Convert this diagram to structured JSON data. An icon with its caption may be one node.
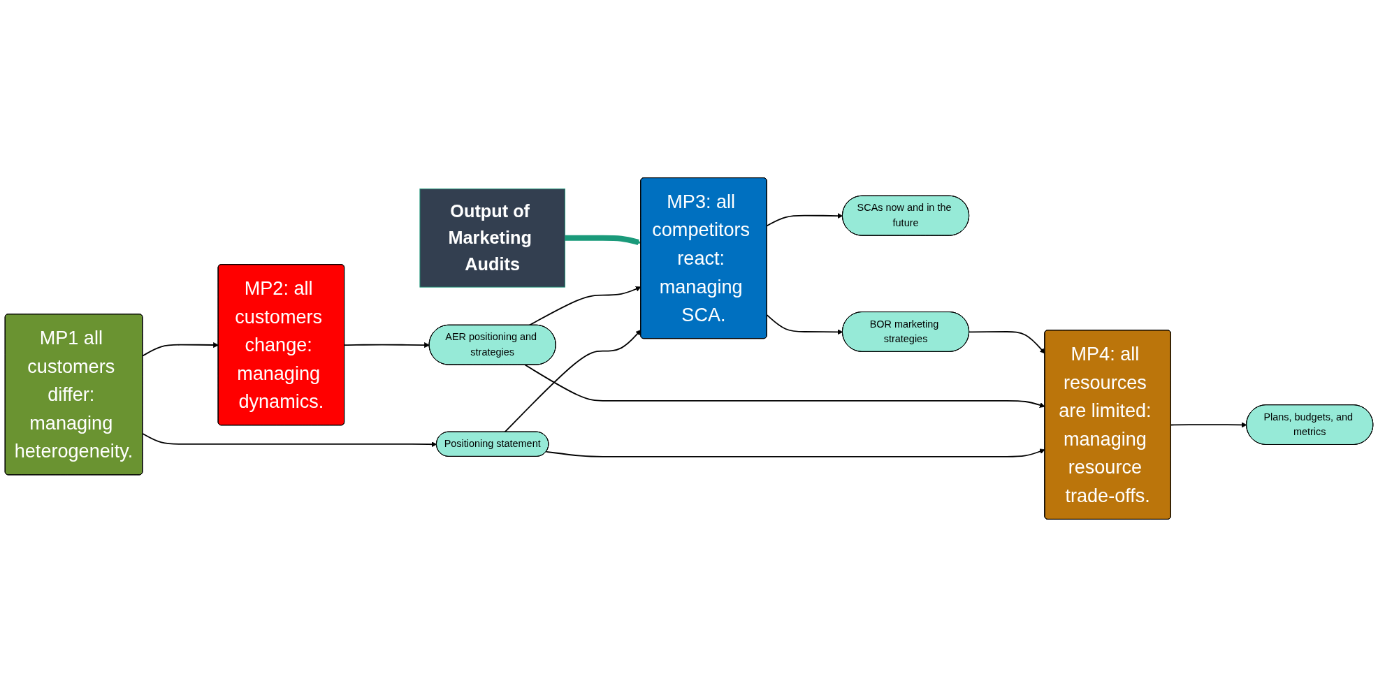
{
  "diagram": {
    "nodes": [
      {
        "text": [
          "MP1 all customers differ: managing heterogeneity."
        ]
      },
      {
        "text": [
          "Positioning statement"
        ]
      },
      {
        "text": [
          "MP3: all competitors react: managing SCA."
        ]
      },
      {
        "text": [
          "SCAs now and in the future"
        ]
      },
      {
        "text": [
          "BOR marketing strategies"
        ]
      },
      {
        "text": [
          "Output of Marketing Audits"
        ]
      },
      {
        "text": [
          "MP2: all customers change: managing dynamics."
        ]
      },
      {
        "text": [
          "AER positioning and strategies"
        ]
      },
      {
        "text": [
          "MP4: all resources are limited: managing resource trade-offs."
        ]
      },
      {
        "text": [
          "Plans, budgets, and metrics"
        ]
      }
    ],
    "edges": [
      {
        "from": 0,
        "to": 1,
        "arrow": "to"
      },
      {
        "from": 1,
        "to": 2,
        "arrow": "to"
      },
      {
        "from": 2,
        "to": 3,
        "arrow": "to"
      },
      {
        "from": 1,
        "to": 8,
        "arrow": "to"
      },
      {
        "from": 0,
        "to": 6,
        "arrow": "to"
      },
      {
        "from": 6,
        "to": 7,
        "arrow": "to"
      },
      {
        "from": 7,
        "to": 8,
        "arrow": "to"
      },
      {
        "from": 7,
        "to": 2,
        "arrow": "to"
      },
      {
        "from": 2,
        "to": 4,
        "arrow": "to"
      },
      {
        "from": 4,
        "to": 8,
        "arrow": "to"
      },
      {
        "from": 8,
        "to": 9,
        "arrow": "to"
      },
      {
        "from": 5,
        "to": 2,
        "arrow": "to",
        "style": "thick",
        "color": "#1a9a7a"
      }
    ]
  }
}
